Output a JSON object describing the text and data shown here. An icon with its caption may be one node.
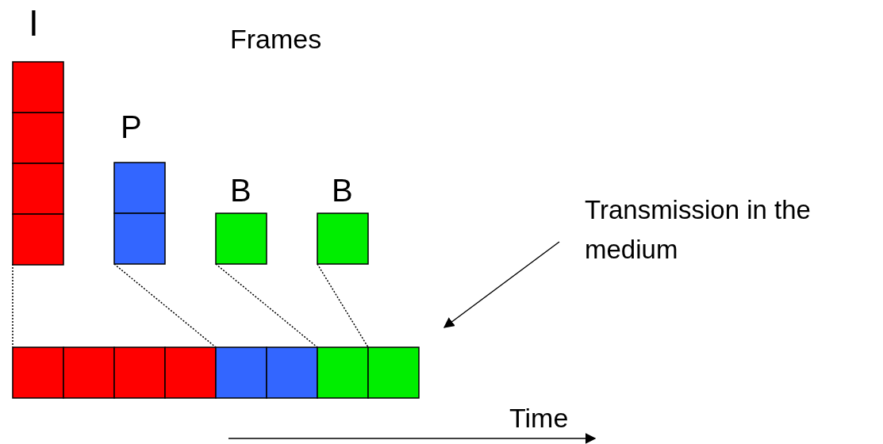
{
  "diagram": {
    "nodes": [
      {
        "text": [
          "I"
        ]
      },
      {
        "text": [
          "P"
        ]
      },
      {
        "text": [
          "B"
        ]
      },
      {
        "text": [
          "B"
        ]
      },
      {
        "text": [],
        "shape": "bar"
      },
      {
        "text": [
          "Transmission in the medium"
        ]
      }
    ],
    "edges": [
      {
        "from": 0,
        "to": 4,
        "arrow": "none",
        "style": "dashed"
      },
      {
        "from": 1,
        "to": 4,
        "arrow": "none",
        "style": "dashed"
      },
      {
        "from": 2,
        "to": 4,
        "arrow": "none",
        "style": "dashed"
      },
      {
        "from": 3,
        "to": 4,
        "arrow": "none",
        "style": "dashed"
      },
      {
        "from": 5,
        "to": 4,
        "arrow": "to"
      }
    ],
    "labels": [
      "Frames",
      "Time"
    ]
  }
}
